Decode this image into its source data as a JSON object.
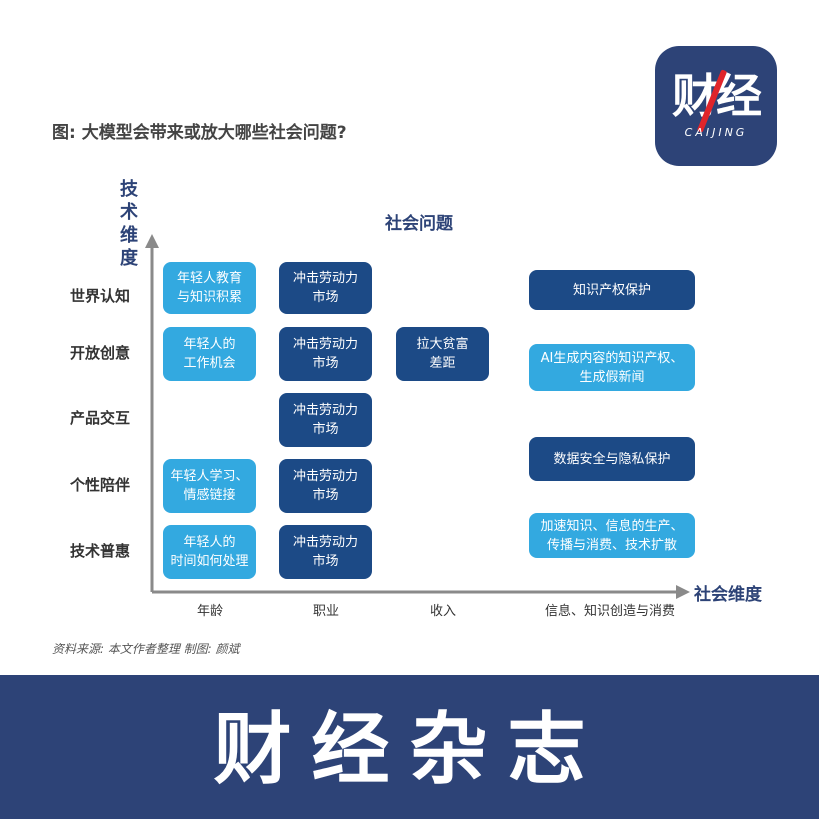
{
  "logo": {
    "main": "财经",
    "sub": "CAIJING"
  },
  "figure_title": "图: 大模型会带来或放大哪些社会问题?",
  "y_axis_title": "技术维度",
  "top_header": "社会问题",
  "x_axis_title": "社会维度",
  "rows": [
    "世界认知",
    "开放创意",
    "产品交互",
    "个性陪伴",
    "技术普惠"
  ],
  "columns": [
    "年龄",
    "职业",
    "收入",
    "信息、知识创造与消费"
  ],
  "cells": {
    "age_world": "年轻人教育\n与知识积累",
    "age_open": "年轻人的\n工作机会",
    "age_companion": "年轻人学习、\n情感链接",
    "age_inclusive": "年轻人的\n时间如何处理",
    "job_world": "冲击劳动力\n市场",
    "job_open": "冲击劳动力\n市场",
    "job_product": "冲击劳动力\n市场",
    "job_companion": "冲击劳动力\n市场",
    "job_inclusive": "冲击劳动力\n市场",
    "income_open": "拉大贫富\n差距",
    "info_world": "知识产权保护",
    "info_open": "AI生成内容的知识产权、\n生成假新闻",
    "info_companion": "数据安全与隐私保护",
    "info_inclusive": "加速知识、信息的生产、\n传播与消费、技术扩散"
  },
  "source": "资料来源: 本文作者整理      制图: 颜斌",
  "banner": "财经杂志",
  "colors": {
    "dark_blue": "#1c4a86",
    "light_blue": "#33a9e0",
    "brand": "#2d4377",
    "accent_red": "#e0252b"
  }
}
